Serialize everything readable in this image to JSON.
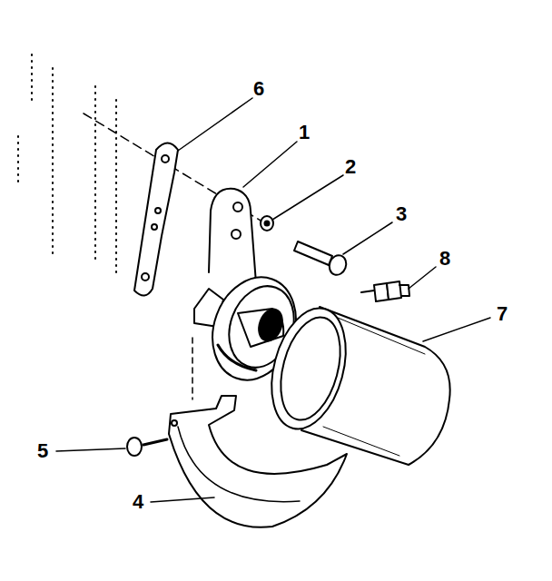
{
  "diagram": {
    "labels": [
      "6",
      "1",
      "2",
      "3",
      "8",
      "7",
      "5",
      "4"
    ]
  }
}
